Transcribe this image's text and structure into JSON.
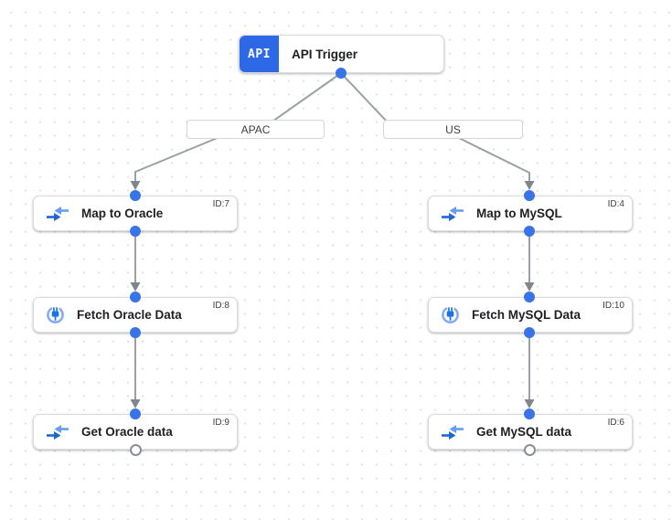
{
  "canvas": {
    "type": "integration-flow-editor",
    "background_color": "#FFFFFF",
    "grid_dot_color": "#E2E2E2",
    "edge_color": "#9AA0A6",
    "arrowhead_color": "#80868B",
    "node_border_color": "#DADCE0",
    "port_color": "#3973E8",
    "open_port_border_color": "#878E96"
  },
  "trigger": {
    "label": "API Trigger",
    "badge_text": "API",
    "badge_color": "#2D68E6"
  },
  "icons": {
    "data_mapping": {
      "name": "data-mapping-icon",
      "dark_arrow_color": "#1E66D0",
      "light_arrow_color": "#669DF6"
    },
    "connector": {
      "name": "connector-plug-icon",
      "ring_color": "#7FA9F5",
      "plug_color": "#1A73E8"
    }
  },
  "branches": [
    {
      "label": "APAC",
      "nodes": [
        {
          "label": "Map to Oracle",
          "id_label": "ID:7",
          "icon": "data-mapping-icon"
        },
        {
          "label": "Fetch Oracle Data",
          "id_label": "ID:8",
          "icon": "connector-plug-icon"
        },
        {
          "label": "Get Oracle data",
          "id_label": "ID:9",
          "icon": "data-mapping-icon"
        }
      ]
    },
    {
      "label": "US",
      "nodes": [
        {
          "label": "Map to MySQL",
          "id_label": "ID:4",
          "icon": "data-mapping-icon"
        },
        {
          "label": "Fetch MySQL Data",
          "id_label": "ID:10",
          "icon": "connector-plug-icon"
        },
        {
          "label": "Get MySQL data",
          "id_label": "ID:6",
          "icon": "data-mapping-icon"
        }
      ]
    }
  ]
}
